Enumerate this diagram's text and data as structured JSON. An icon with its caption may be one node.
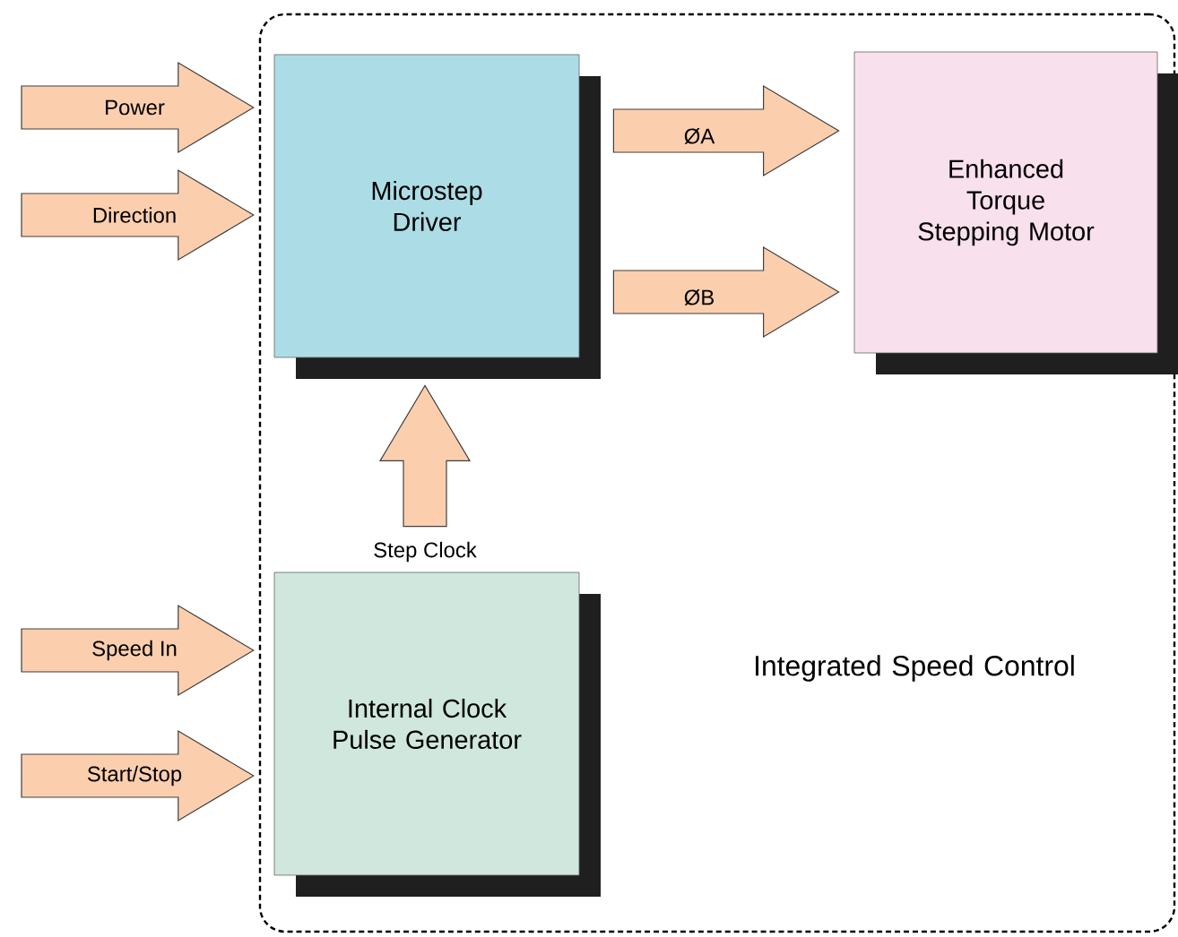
{
  "diagram": {
    "nodes": [
      {
        "text": [
          "Integrated Speed Control"
        ]
      },
      {
        "text": [
          "Microstep Driver"
        ],
        "in": 0
      },
      {
        "text": [
          "Enhanced Torque Stepping Motor"
        ],
        "in": 0
      },
      {
        "text": [
          "Internal Clock Pulse Generator"
        ],
        "in": 0
      }
    ],
    "edges": [
      {
        "from": null,
        "to": 0,
        "arrow": "to",
        "label": "Power"
      },
      {
        "from": null,
        "to": 0,
        "arrow": "to",
        "label": "Direction"
      },
      {
        "from": 1,
        "to": 2,
        "arrow": "to",
        "label": "ØA"
      },
      {
        "from": 1,
        "to": 2,
        "arrow": "to",
        "label": "ØB"
      },
      {
        "from": 3,
        "to": 1,
        "arrow": "to",
        "label": "Step Clock"
      },
      {
        "from": null,
        "to": 0,
        "arrow": "to",
        "label": "Speed In"
      },
      {
        "from": null,
        "to": 0,
        "arrow": "to",
        "label": "Start/Stop"
      }
    ]
  }
}
